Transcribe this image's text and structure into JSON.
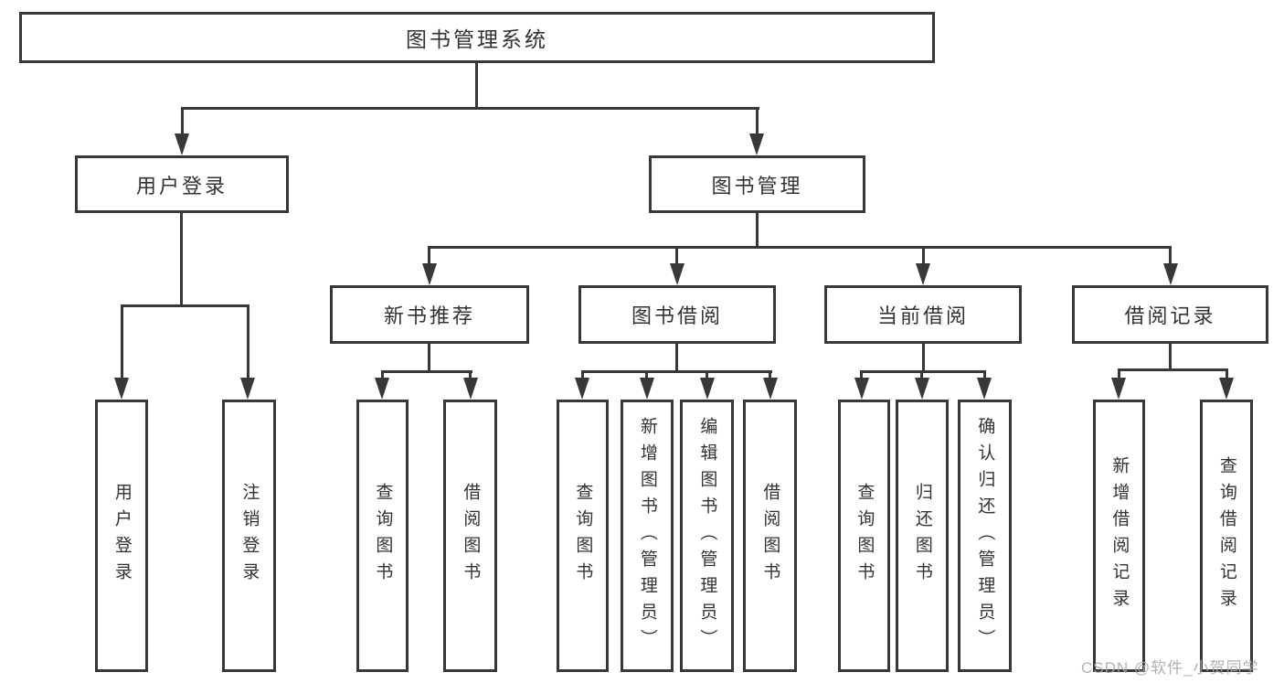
{
  "diagram": {
    "title": "图书管理系统",
    "level2": {
      "user_login": "用户登录",
      "book_mgmt": "图书管理"
    },
    "level3": {
      "new_books": "新书推荐",
      "book_borrow": "图书借阅",
      "current_borrow": "当前借阅",
      "borrow_records": "借阅记录"
    },
    "level4": {
      "leaf_user_login": "用户登录",
      "leaf_logout": "注销登录",
      "nb_query_books": "查询图书",
      "nb_borrow_books": "借阅图书",
      "bb_query_books": "查询图书",
      "bb_add_books_admin": "新增图书（管理员）",
      "bb_edit_books_admin": "编辑图书（管理员）",
      "bb_borrow_books": "借阅图书",
      "cb_query_books": "查询图书",
      "cb_return_books": "归还图书",
      "cb_confirm_return_admin": "确认归还（管理员）",
      "br_add_record": "新增借阅记录",
      "br_query_record": "查询借阅记录"
    }
  },
  "watermark": {
    "text": "CSDN @软件_小贺同学"
  },
  "colors": {
    "line": "#383838",
    "text": "#333333",
    "watermark": "#a9a9a9",
    "background": "#ffffff"
  }
}
